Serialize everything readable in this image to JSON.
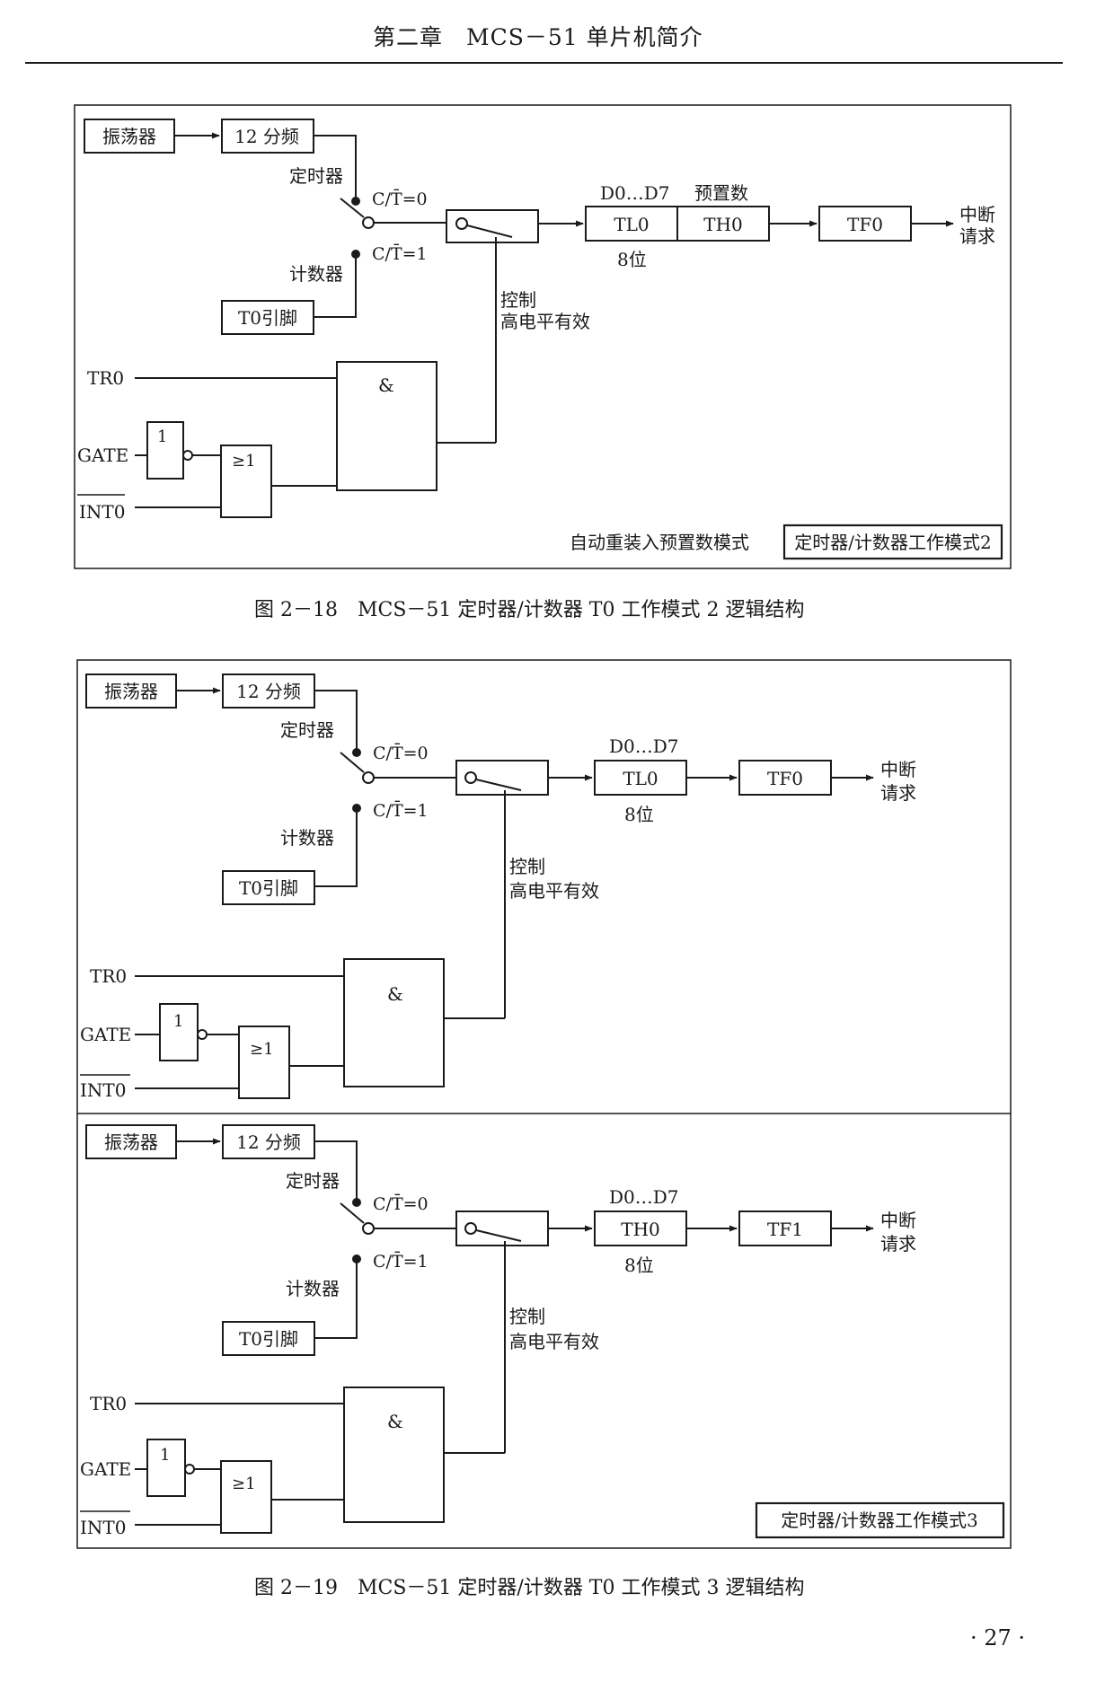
{
  "header": {
    "title": "第二章　MCS－51 单片机简介"
  },
  "page_number": "· 27 ·",
  "figure18": {
    "caption": "图 2－18　MCS－51 定时器/计数器 T0 工作模式 2 逻辑结构",
    "oscillator": "振荡器",
    "divider": "12 分频",
    "timer": "定时器",
    "counter": "计数器",
    "ct0": "C/T̄=0",
    "ct1": "C/T̄=1",
    "pin": "T0引脚",
    "control_line1": "控制",
    "control_line2": "高电平有效",
    "bus": "D0…D7",
    "preset": "预置数",
    "tl": "TL0",
    "th": "TH0",
    "tf": "TF0",
    "bits": "8位",
    "irq_line1": "中断",
    "irq_line2": "请求",
    "tr": "TR0",
    "gate": "GATE",
    "int": "INT0",
    "and_symbol": "&",
    "not_symbol": "1",
    "or_symbol": "≥1",
    "mode_desc": "自动重装入预置数模式",
    "mode_box": "定时器/计数器工作模式2"
  },
  "figure19": {
    "caption": "图 2－19　MCS－51 定时器/计数器 T0 工作模式 3 逻辑结构",
    "mode_box": "定时器/计数器工作模式3",
    "upper": {
      "oscillator": "振荡器",
      "divider": "12 分频",
      "timer": "定时器",
      "counter": "计数器",
      "ct0": "C/T̄=0",
      "ct1": "C/T̄=1",
      "pin": "T0引脚",
      "control_line1": "控制",
      "control_line2": "高电平有效",
      "bus": "D0…D7",
      "reg": "TL0",
      "tf": "TF0",
      "bits": "8位",
      "irq_line1": "中断",
      "irq_line2": "请求",
      "tr": "TR0",
      "gate": "GATE",
      "int": "INT0",
      "and_symbol": "&",
      "not_symbol": "1",
      "or_symbol": "≥1"
    },
    "lower": {
      "oscillator": "振荡器",
      "divider": "12 分频",
      "timer": "定时器",
      "counter": "计数器",
      "ct0": "C/T̄=0",
      "ct1": "C/T̄=1",
      "pin": "T0引脚",
      "control_line1": "控制",
      "control_line2": "高电平有效",
      "bus": "D0…D7",
      "reg": "TH0",
      "tf": "TF1",
      "bits": "8位",
      "irq_line1": "中断",
      "irq_line2": "请求",
      "tr": "TR0",
      "gate": "GATE",
      "int": "INT0",
      "and_symbol": "&",
      "not_symbol": "1",
      "or_symbol": "≥1"
    }
  }
}
